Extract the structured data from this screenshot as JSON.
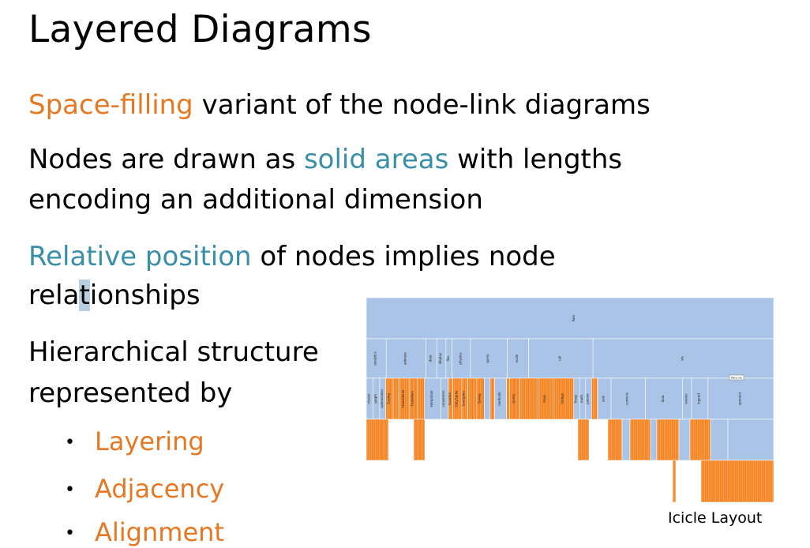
{
  "slide": {
    "title": "Layered Diagrams",
    "p1": {
      "highlight": "Space-filling",
      "rest": " variant of the node-link diagrams"
    },
    "p2": {
      "pre": "Nodes are drawn as ",
      "highlight": "solid areas",
      "post": " with lengths",
      "line2": "encoding an additional dimension"
    },
    "p3": {
      "highlight": "Relative position",
      "rest": " of nodes implies node",
      "line2_pre": "rela",
      "line2_cursor": "t",
      "line2_post": "ionships"
    },
    "p4": {
      "line1": "Hierarchical structure",
      "line2": "represented by"
    },
    "bullets": [
      "Layering",
      "Adjacency",
      "Alignment"
    ],
    "caption": "Icicle Layout"
  },
  "icicle": {
    "root_label": "flare",
    "tooltip": "flare.vis",
    "level1": [
      {
        "label": "analytics",
        "w": 26
      },
      {
        "label": "animate",
        "w": 52
      },
      {
        "label": "data",
        "w": 14
      },
      {
        "label": "display",
        "w": 12
      },
      {
        "label": "flex",
        "w": 8
      },
      {
        "label": "physics",
        "w": 24
      },
      {
        "label": "query",
        "w": 48
      },
      {
        "label": "scale",
        "w": 28
      },
      {
        "label": "util",
        "w": 84
      },
      {
        "label": "vis",
        "w": 236
      }
    ],
    "level2": [
      {
        "label": "cluster",
        "w": 9,
        "c": "b"
      },
      {
        "label": "graph",
        "w": 9,
        "c": "b"
      },
      {
        "label": "optimization",
        "w": 8,
        "c": "b"
      },
      {
        "label": "Easing",
        "w": 10,
        "c": "o"
      },
      {
        "label": "",
        "w": 8,
        "c": "o"
      },
      {
        "label": "Transitioner",
        "w": 14,
        "c": "o"
      },
      {
        "label": "Transition",
        "w": 10,
        "c": "o"
      },
      {
        "label": "",
        "w": 10,
        "c": "o"
      },
      {
        "label": "interpolate",
        "w": 22,
        "c": "b"
      },
      {
        "label": "converters",
        "w": 10,
        "c": "b"
      },
      {
        "label": "DataSet",
        "w": 6,
        "c": "o"
      },
      {
        "label": "DirtySprite",
        "w": 12,
        "c": "o"
      },
      {
        "label": "TextSprite",
        "w": 8,
        "c": "o"
      },
      {
        "label": "",
        "w": 12,
        "c": "o"
      },
      {
        "label": "Spring",
        "w": 10,
        "c": "o"
      },
      {
        "label": "",
        "w": 8,
        "c": "b"
      },
      {
        "label": "",
        "w": 6,
        "c": "o"
      },
      {
        "label": "methods",
        "w": 16,
        "c": "b"
      },
      {
        "label": "",
        "w": 4,
        "c": "o"
      },
      {
        "label": "Query",
        "w": 14,
        "c": "o"
      },
      {
        "label": "",
        "w": 24,
        "c": "o"
      },
      {
        "label": "Stats",
        "w": 20,
        "c": "o"
      },
      {
        "label": "Strings",
        "w": 28,
        "c": "o"
      },
      {
        "label": "heap",
        "w": 8,
        "c": "b"
      },
      {
        "label": "math",
        "w": 8,
        "c": "b"
      },
      {
        "label": "palette",
        "w": 8,
        "c": "b"
      },
      {
        "label": "",
        "w": 8,
        "c": "o"
      },
      {
        "label": "axis",
        "w": 18,
        "c": "b"
      },
      {
        "label": "controls",
        "w": 46,
        "c": "b"
      },
      {
        "label": "data",
        "w": 50,
        "c": "b"
      },
      {
        "label": "events",
        "w": 12,
        "c": "b"
      },
      {
        "label": "legend",
        "w": 22,
        "c": "b"
      },
      {
        "label": "operator",
        "w": 88,
        "c": "b"
      }
    ],
    "level3": [
      {
        "w": 28,
        "c": "o"
      },
      {
        "w": 32,
        "c": "e"
      },
      {
        "w": 14,
        "c": "o"
      },
      {
        "w": 34,
        "c": "e"
      },
      {
        "w": 160,
        "c": "e"
      },
      {
        "w": 14,
        "c": "o"
      },
      {
        "w": 24,
        "c": "e"
      },
      {
        "w": 18,
        "c": "o"
      },
      {
        "w": 10,
        "c": "b"
      },
      {
        "w": 26,
        "c": "o"
      },
      {
        "w": 8,
        "c": "b"
      },
      {
        "w": 28,
        "c": "o"
      },
      {
        "w": 14,
        "c": "b"
      },
      {
        "w": 26,
        "c": "o"
      },
      {
        "w": 22,
        "c": "b"
      },
      {
        "w": 58,
        "c": "b"
      }
    ],
    "level4": [
      {
        "w": 388,
        "c": "e"
      },
      {
        "w": 4,
        "c": "o"
      },
      {
        "w": 32,
        "c": "e"
      },
      {
        "w": 92,
        "c": "o"
      }
    ]
  }
}
